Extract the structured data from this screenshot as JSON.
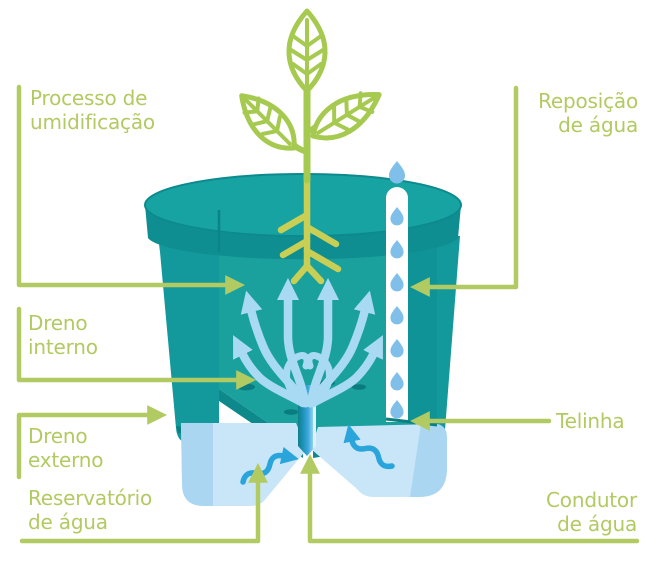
{
  "diagram": {
    "subject": "self-watering-plant-pot-infographic",
    "labels": {
      "processo_umidificacao": {
        "lines": [
          "Processo de",
          "umidificação"
        ]
      },
      "reposicao_agua": {
        "lines": [
          "Reposição",
          "de água"
        ]
      },
      "dreno_interno": {
        "lines": [
          "Dreno",
          "interno"
        ]
      },
      "dreno_externo": {
        "lines": [
          "Dreno",
          "externo"
        ]
      },
      "reservatorio_agua": {
        "lines": [
          "Reservatório",
          "de água"
        ]
      },
      "telinha": {
        "lines": [
          "Telinha"
        ]
      },
      "condutor_agua": {
        "lines": [
          "Condutor",
          "de água"
        ]
      }
    },
    "colors": {
      "label_green": "#b2ca62",
      "plant_green": "#a6ca50",
      "root_yellow_green": "#c9cf55",
      "pot_teal": "#17a3a1",
      "pot_teal_dark": "#0f8e91",
      "pot_interior_teal": "#1aa19e",
      "reservoir_light_blue": "#c9e6f8",
      "reservoir_side_blue": "#abd6f1",
      "water_arrow_blue": "#2aa5dc",
      "droplet_blue": "#7fbfe9",
      "capillary_pale_blue": "#a8daf3"
    },
    "illustration_parts": [
      "plant-icon",
      "roots-icon",
      "pot-cutaway",
      "refill-tube",
      "water-droplet-icon",
      "capillary-fountain-arrows",
      "reservoir-left",
      "reservoir-right",
      "water-conductor-column",
      "evaporation-wavy-arrows",
      "leader-lines"
    ]
  }
}
